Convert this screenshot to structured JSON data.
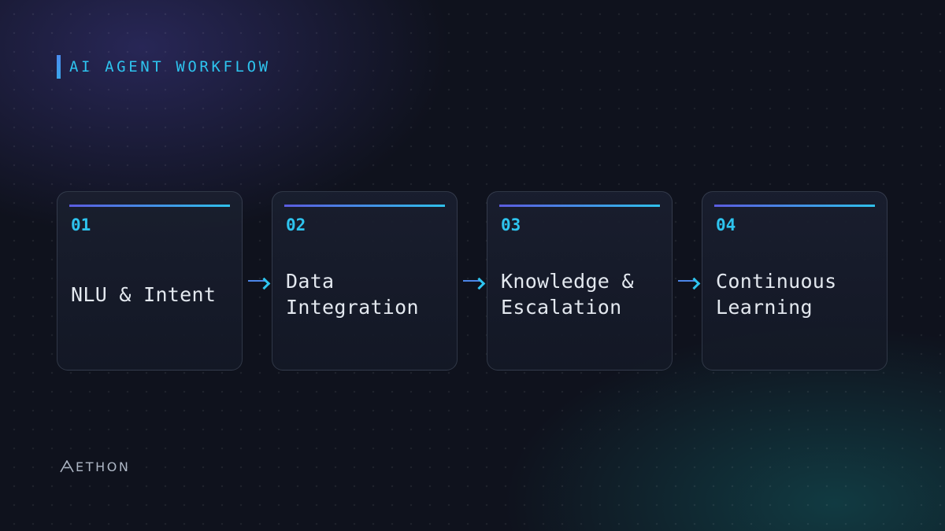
{
  "heading": {
    "title": "AI AGENT WORKFLOW"
  },
  "steps": [
    {
      "number": "01",
      "label": "NLU & Intent"
    },
    {
      "number": "02",
      "label": "Data\nIntegration"
    },
    {
      "number": "03",
      "label": "Knowledge &\nEscalation"
    },
    {
      "number": "04",
      "label": "Continuous\nLearning"
    }
  ],
  "logo": {
    "text": "AETHON",
    "rest": "ETHON"
  },
  "colors": {
    "background": "#0f121d",
    "accent_cyan": "#2ec4ef",
    "accent_indigo": "#5b5ce0",
    "card_text": "#e3e8ef",
    "logo_text": "#aeb7c5"
  }
}
